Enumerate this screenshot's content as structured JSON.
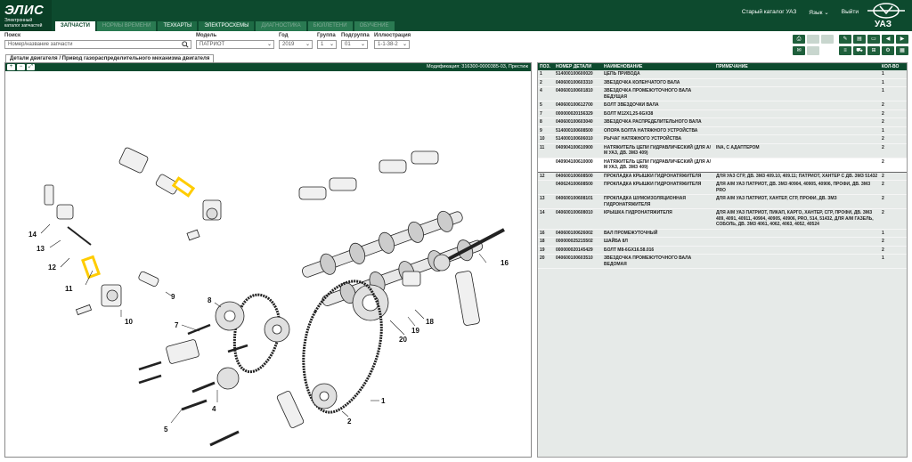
{
  "app": {
    "logo_title": "ЭЛИС",
    "logo_sub": "Электронный каталог запчастей"
  },
  "tabs": [
    {
      "label": "Запчасти",
      "state": "active"
    },
    {
      "label": "Нормы времени",
      "state": "disabled"
    },
    {
      "label": "Техкарты",
      "state": "normal"
    },
    {
      "label": "Электросхемы",
      "state": "normal"
    },
    {
      "label": "Диагностика",
      "state": "disabled"
    },
    {
      "label": "Бюллетени",
      "state": "disabled"
    },
    {
      "label": "Обучение",
      "state": "disabled"
    }
  ],
  "header_right": {
    "old_catalog": "Старый каталог УАЗ",
    "language": "Язык",
    "logout": "Выйти",
    "brand": "УАЗ"
  },
  "filters": {
    "search_label": "Поиск",
    "search_placeholder": "Номер/название запчасти",
    "model_label": "Модель",
    "model_value": "ПАТРИОТ",
    "year_label": "Год",
    "year_value": "2019",
    "group_label": "Группа",
    "group_value": "1",
    "subgroup_label": "Подгруппа",
    "subgroup_value": "01",
    "illustration_label": "Иллюстрация",
    "illustration_value": "1-1-38-2"
  },
  "breadcrumb": "Детали двигателя / Привод газораспределительного механизма двигателя",
  "diagram": {
    "modification": "Модификация: 316300-0000385-03, Престиж",
    "callouts": [
      "1",
      "2",
      "4",
      "5",
      "7",
      "8",
      "9",
      "10",
      "11",
      "12",
      "13",
      "14",
      "16",
      "18",
      "19",
      "20"
    ]
  },
  "table": {
    "headers": [
      "Поз.",
      "Номер детали",
      "Наименование",
      "Примечание",
      "Кол-во"
    ],
    "rows": [
      {
        "pos": "1",
        "num": "514000100600020",
        "name": "Цепь привода",
        "note": "",
        "qty": "1"
      },
      {
        "pos": "2",
        "num": "040600100603310",
        "name": "Звездочка коленчатого вала",
        "note": "",
        "qty": "1"
      },
      {
        "pos": "4",
        "num": "040600100601810",
        "name": "Звездочка промежуточного вала ведущая",
        "note": "",
        "qty": "1"
      },
      {
        "pos": "5",
        "num": "040600100612700",
        "name": "Болт звездочки вала",
        "note": "",
        "qty": "2"
      },
      {
        "pos": "7",
        "num": "000000020156329",
        "name": "Болт M12X1,25-6GX38",
        "note": "",
        "qty": "2"
      },
      {
        "pos": "8",
        "num": "040600100603040",
        "name": "Звездочка распределительного вала",
        "note": "",
        "qty": "2"
      },
      {
        "pos": "9",
        "num": "514000100608500",
        "name": "Опора болта натяжного устройства",
        "note": "",
        "qty": "1"
      },
      {
        "pos": "10",
        "num": "514000100606010",
        "name": "Рычаг натяжного устройства",
        "note": "",
        "qty": "2"
      },
      {
        "pos": "11",
        "num": "040904100610900",
        "name": "Натяжитель цепи гидравлический (для а/м УАЗ, дв. ЗМЗ 409)",
        "note": "INA, с адаптером",
        "qty": "2"
      },
      {
        "pos": "",
        "num": "040904100610000",
        "name": "Натяжитель цепи гидравлический (для а/м УАЗ, дв. ЗМЗ 409)",
        "note": "",
        "qty": "2",
        "selected": true
      },
      {
        "pos": "12",
        "num": "040600100608500",
        "name": "Прокладка крышки гидронатяжителя",
        "note": "Для УАЗ СГР, дв. ЗМЗ 409.10, 409.11; Патриот, Хантер с дв. ЗМЗ 51432",
        "qty": "2"
      },
      {
        "pos": "",
        "num": "040624100608500",
        "name": "Прокладка крышки гидронатяжителя",
        "note": "Для а/м УАЗ Патриот, дв. ЗМЗ 40904, 40905, 40906, Профи, дв. ЗМЗ PRO",
        "qty": "2"
      },
      {
        "pos": "13",
        "num": "040600100608101",
        "name": "Прокладка шумоизоляционная гидронатяжителя",
        "note": "Для а/м УАЗ Патриот, Хантер, СГР, Профи, дв. ЗМЗ",
        "qty": "2"
      },
      {
        "pos": "14",
        "num": "040600100608010",
        "name": "Крышка гидронатяжителя",
        "note": "Для а/м УАЗ Патриот, Пикап, Карго, Хантер, СГР, Профи, дв. ЗМЗ 409, 4091, 40911, 40904, 40905, 40906, PRO, 514, 51432, для а/м Газель, Соболь, дв. ЗМЗ 4061, 4062, 4063, 4052, 40524",
        "qty": "2"
      },
      {
        "pos": "16",
        "num": "040600100626002",
        "name": "Вал промежуточный",
        "note": "",
        "qty": "1"
      },
      {
        "pos": "18",
        "num": "000000025215502",
        "name": "Шайба 8Л",
        "note": "",
        "qty": "2"
      },
      {
        "pos": "19",
        "num": "000000020145429",
        "name": "Болт M8-6GX16.58.016",
        "note": "",
        "qty": "2"
      },
      {
        "pos": "20",
        "num": "040600100603510",
        "name": "Звездочка промежуточного вала ведомая",
        "note": "",
        "qty": "1"
      }
    ]
  },
  "colors": {
    "header_bg": "#0d4a2e",
    "accent": "#1e5f3b",
    "highlight": "#ffee00"
  }
}
